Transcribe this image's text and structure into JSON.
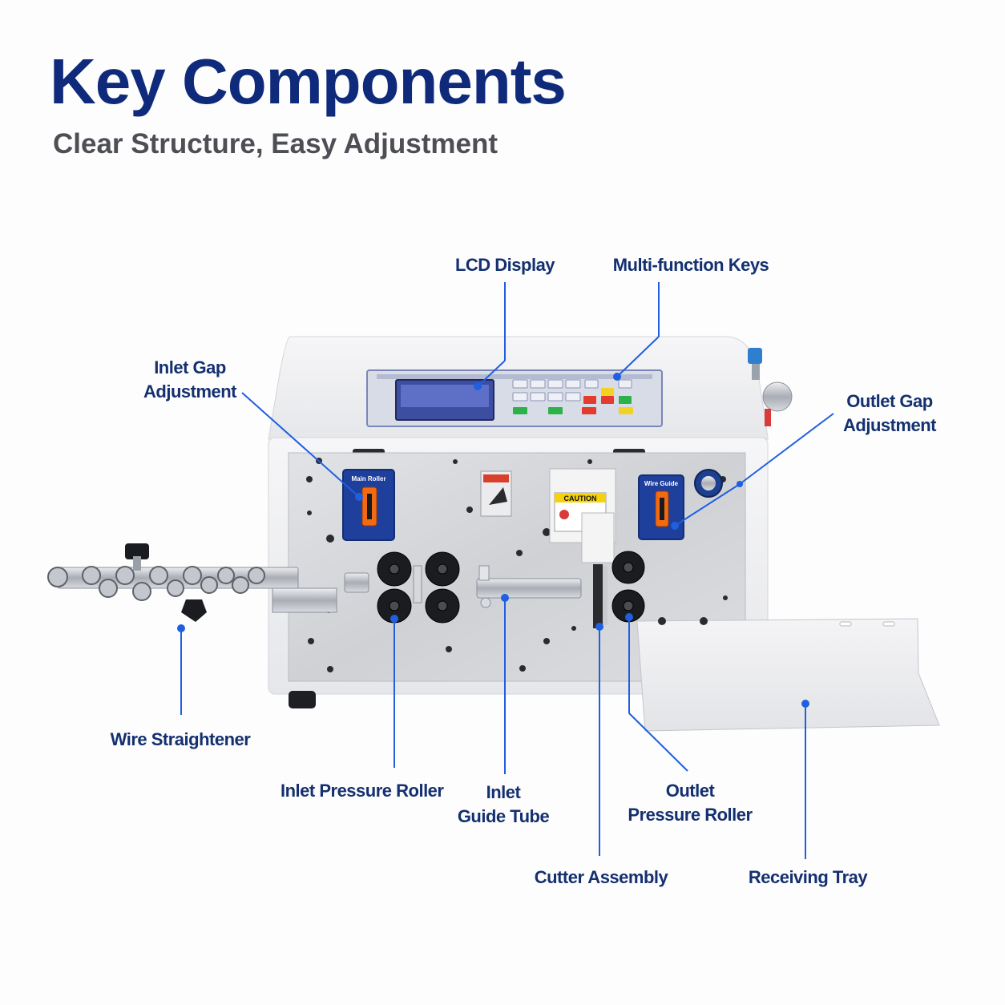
{
  "header": {
    "title": "Key Components",
    "subtitle": "Clear Structure, Easy Adjustment"
  },
  "machine": {
    "panel_labels": {
      "main_roller": "Main Roller",
      "wire_guide": "Wire Guide",
      "caution": "CAUTION"
    }
  },
  "callouts": {
    "lcd_display": "LCD Display",
    "multi_function_keys": "Multi-function Keys",
    "inlet_gap_line1": "Inlet Gap",
    "inlet_gap_line2": "Adjustment",
    "outlet_gap_line1": "Outlet Gap",
    "outlet_gap_line2": "Adjustment",
    "wire_straightener": "Wire Straightener",
    "inlet_pressure_roller": "Inlet Pressure Roller",
    "inlet_guide_line1": "Inlet",
    "inlet_guide_line2": "Guide Tube",
    "outlet_pressure_line1": "Outlet",
    "outlet_pressure_line2": "Pressure Roller",
    "cutter_assembly": "Cutter Assembly",
    "receiving_tray": "Receiving Tray"
  },
  "colors": {
    "title": "#0f2a7a",
    "subtitle": "#4d4f55",
    "callout_text": "#14306f",
    "leader_line": "#1f5fe0",
    "housing": "#f1f1f3",
    "plate": "#d6d8dc",
    "knob_panel": "#1e3f9c",
    "knob": "#f26b12"
  }
}
